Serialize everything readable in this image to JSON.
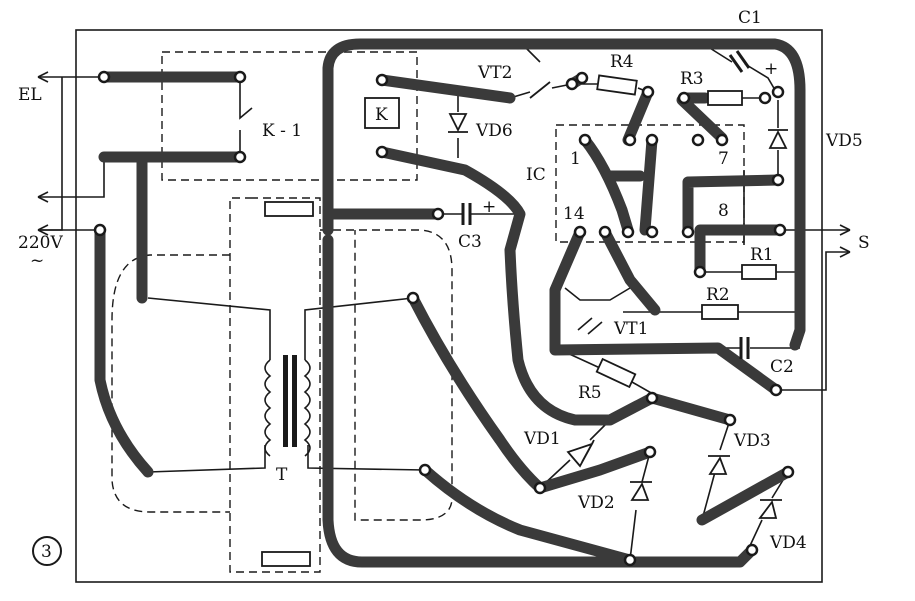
{
  "labels": {
    "el": "EL",
    "k1": "K - 1",
    "k": "K",
    "vt2": "VT2",
    "vd6": "VD6",
    "r4": "R4",
    "r3": "R3",
    "c1": "C1",
    "vd5": "VD5",
    "ic": "IC",
    "pin1": "1",
    "pin7": "7",
    "pin14": "14",
    "pin8": "8",
    "c3": "C3",
    "c3_plus": "+",
    "c1_plus": "+",
    "r1": "R1",
    "r2": "R2",
    "s": "S",
    "v220": "220V",
    "ac": "~",
    "vt1": "VT1",
    "c2": "C2",
    "r5": "R5",
    "vd1": "VD1",
    "vd2": "VD2",
    "vd3": "VD3",
    "vd4": "VD4",
    "t": "T",
    "figure": "3"
  }
}
